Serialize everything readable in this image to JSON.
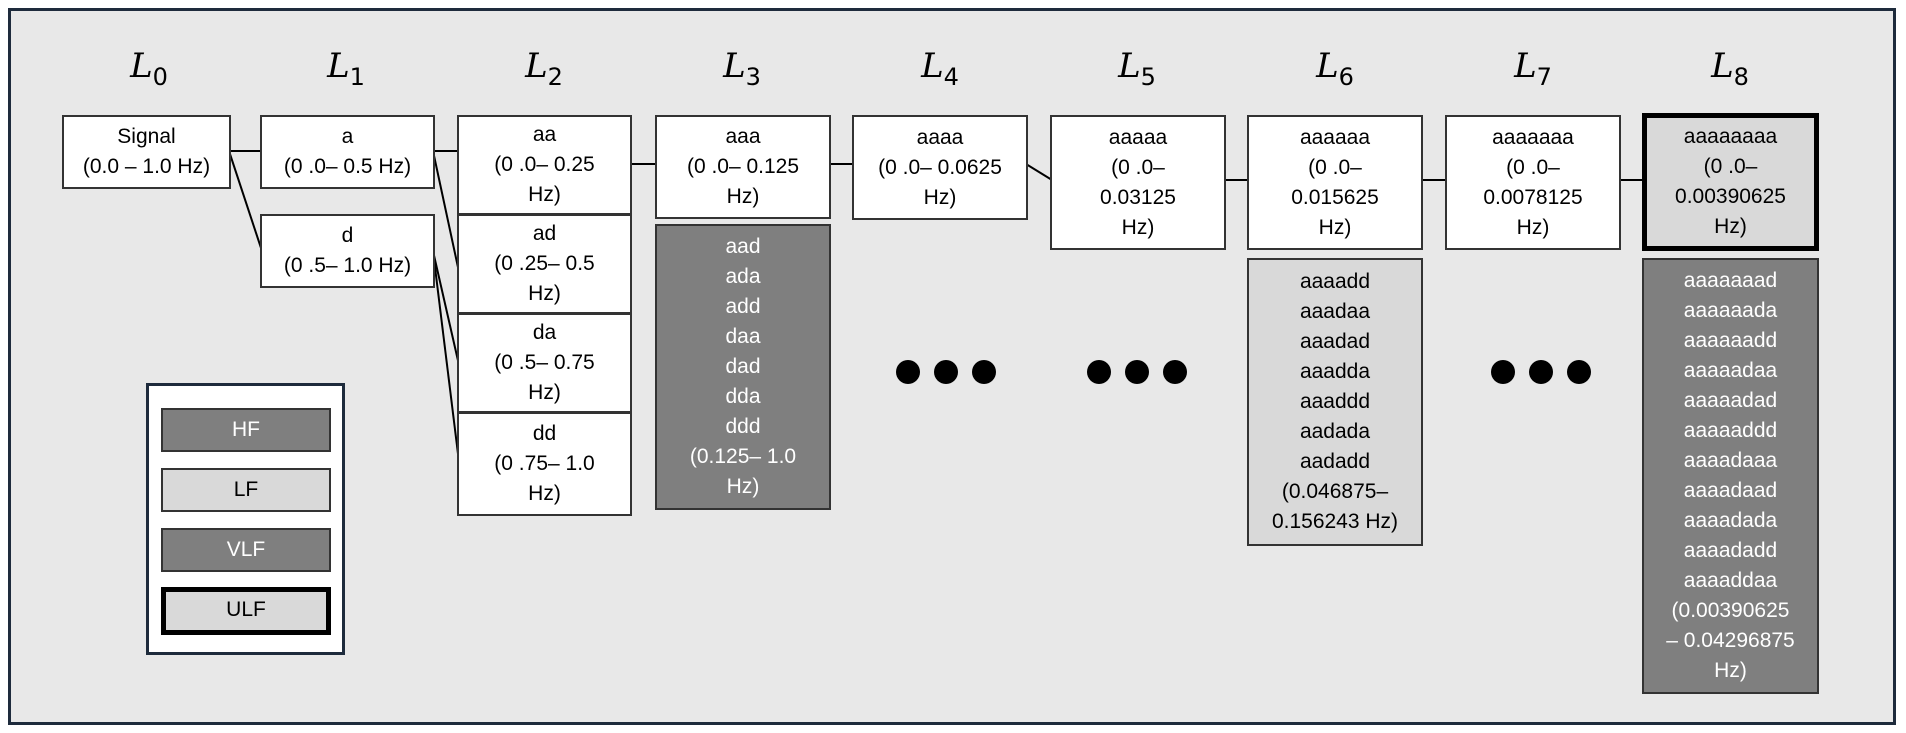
{
  "levels": [
    "L0",
    "L1",
    "L2",
    "L3",
    "L4",
    "L5",
    "L6",
    "L7",
    "L8"
  ],
  "level_labels": [
    {
      "letter": "L",
      "sub": "0"
    },
    {
      "letter": "L",
      "sub": "1"
    },
    {
      "letter": "L",
      "sub": "2"
    },
    {
      "letter": "L",
      "sub": "3"
    },
    {
      "letter": "L",
      "sub": "4"
    },
    {
      "letter": "L",
      "sub": "5"
    },
    {
      "letter": "L",
      "sub": "6"
    },
    {
      "letter": "L",
      "sub": "7"
    },
    {
      "letter": "L",
      "sub": "8"
    }
  ],
  "nodes": {
    "signal": {
      "code": "Signal",
      "range": "(0.0 – 1.0 Hz)"
    },
    "a": {
      "code": "a",
      "range": "(0 .0– 0.5 Hz)"
    },
    "d": {
      "code": "d",
      "range": "(0 .5– 1.0 Hz)"
    },
    "aa": {
      "code": "aa",
      "range": "(0 .0– 0.25\nHz)"
    },
    "ad": {
      "code": "ad",
      "range": "(0 .25– 0.5\nHz)"
    },
    "da": {
      "code": "da",
      "range": "(0 .5– 0.75\nHz)"
    },
    "dd": {
      "code": "dd",
      "range": "(0 .75– 1.0\nHz)"
    },
    "aaa": {
      "code": "aaa",
      "range": "(0 .0– 0.125\nHz)"
    },
    "aaaa": {
      "code": "aaaa",
      "range": "(0 .0– 0.0625\nHz)"
    },
    "aaaaa": {
      "code": "aaaaa",
      "range": "(0 .0–\n0.03125\nHz)"
    },
    "aaaaaa": {
      "code": "aaaaaa",
      "range": "(0 .0–\n0.015625\nHz)"
    },
    "aaaaaaa": {
      "code": "aaaaaaa",
      "range": "(0 .0–\n0.0078125\nHz)"
    },
    "aaaaaaaa": {
      "code": "aaaaaaaa",
      "range": "(0 .0–\n0.00390625\nHz)"
    }
  },
  "groups": {
    "l3_hf": "aad\nada\nadd\ndaa\ndad\ndda\nddd\n(0.125– 1.0\nHz)",
    "l6_lf": "aaaadd\naaadaa\naaadad\naaadda\naaaddd\naadada\naadadd\n(0.046875–\n0.156243 Hz)",
    "l8_vlf": "aaaaaaad\naaaaaada\naaaaaadd\naaaaadaa\naaaaadad\naaaaaddd\naaaadaaa\naaaadaad\naaaadada\naaaadadd\naaaaddaa\n(0.00390625\n– 0.04296875\nHz)"
  },
  "legend": {
    "hf": "HF",
    "lf": "LF",
    "vlf": "VLF",
    "ulf": "ULF"
  },
  "colors": {
    "background": "#e8e8e8",
    "hf": "#7f7f7f",
    "lf": "#d9d9d9",
    "vlf": "#7f7f7f",
    "ulf": "#d9d9d9",
    "node": "#ffffff",
    "frame": "#1e2b3c"
  }
}
